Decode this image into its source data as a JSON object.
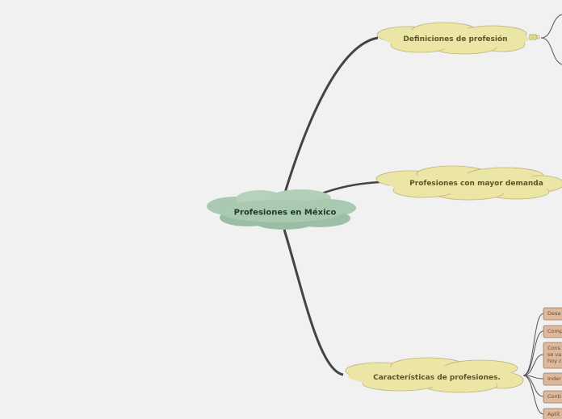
{
  "root": {
    "label": "Profesiones en México"
  },
  "topics": {
    "definiciones": {
      "label": "Definiciones de profesión",
      "note_icon": "note-icon"
    },
    "demanda": {
      "label": "Profesiones con mayor demanda"
    },
    "caracteristicas": {
      "label": "Características de profesiones.",
      "leaves": [
        "Desa",
        "Comp",
        "Cons\nse va\nhoy c",
        "Inder",
        "Conti",
        "Aptit"
      ]
    }
  },
  "colors": {
    "background": "#f1f1f1",
    "root_fill": "#a9c9b1",
    "topic_fill": "#ece6a6",
    "leaf_fill": "#dcb89c",
    "connector": "#444444"
  }
}
